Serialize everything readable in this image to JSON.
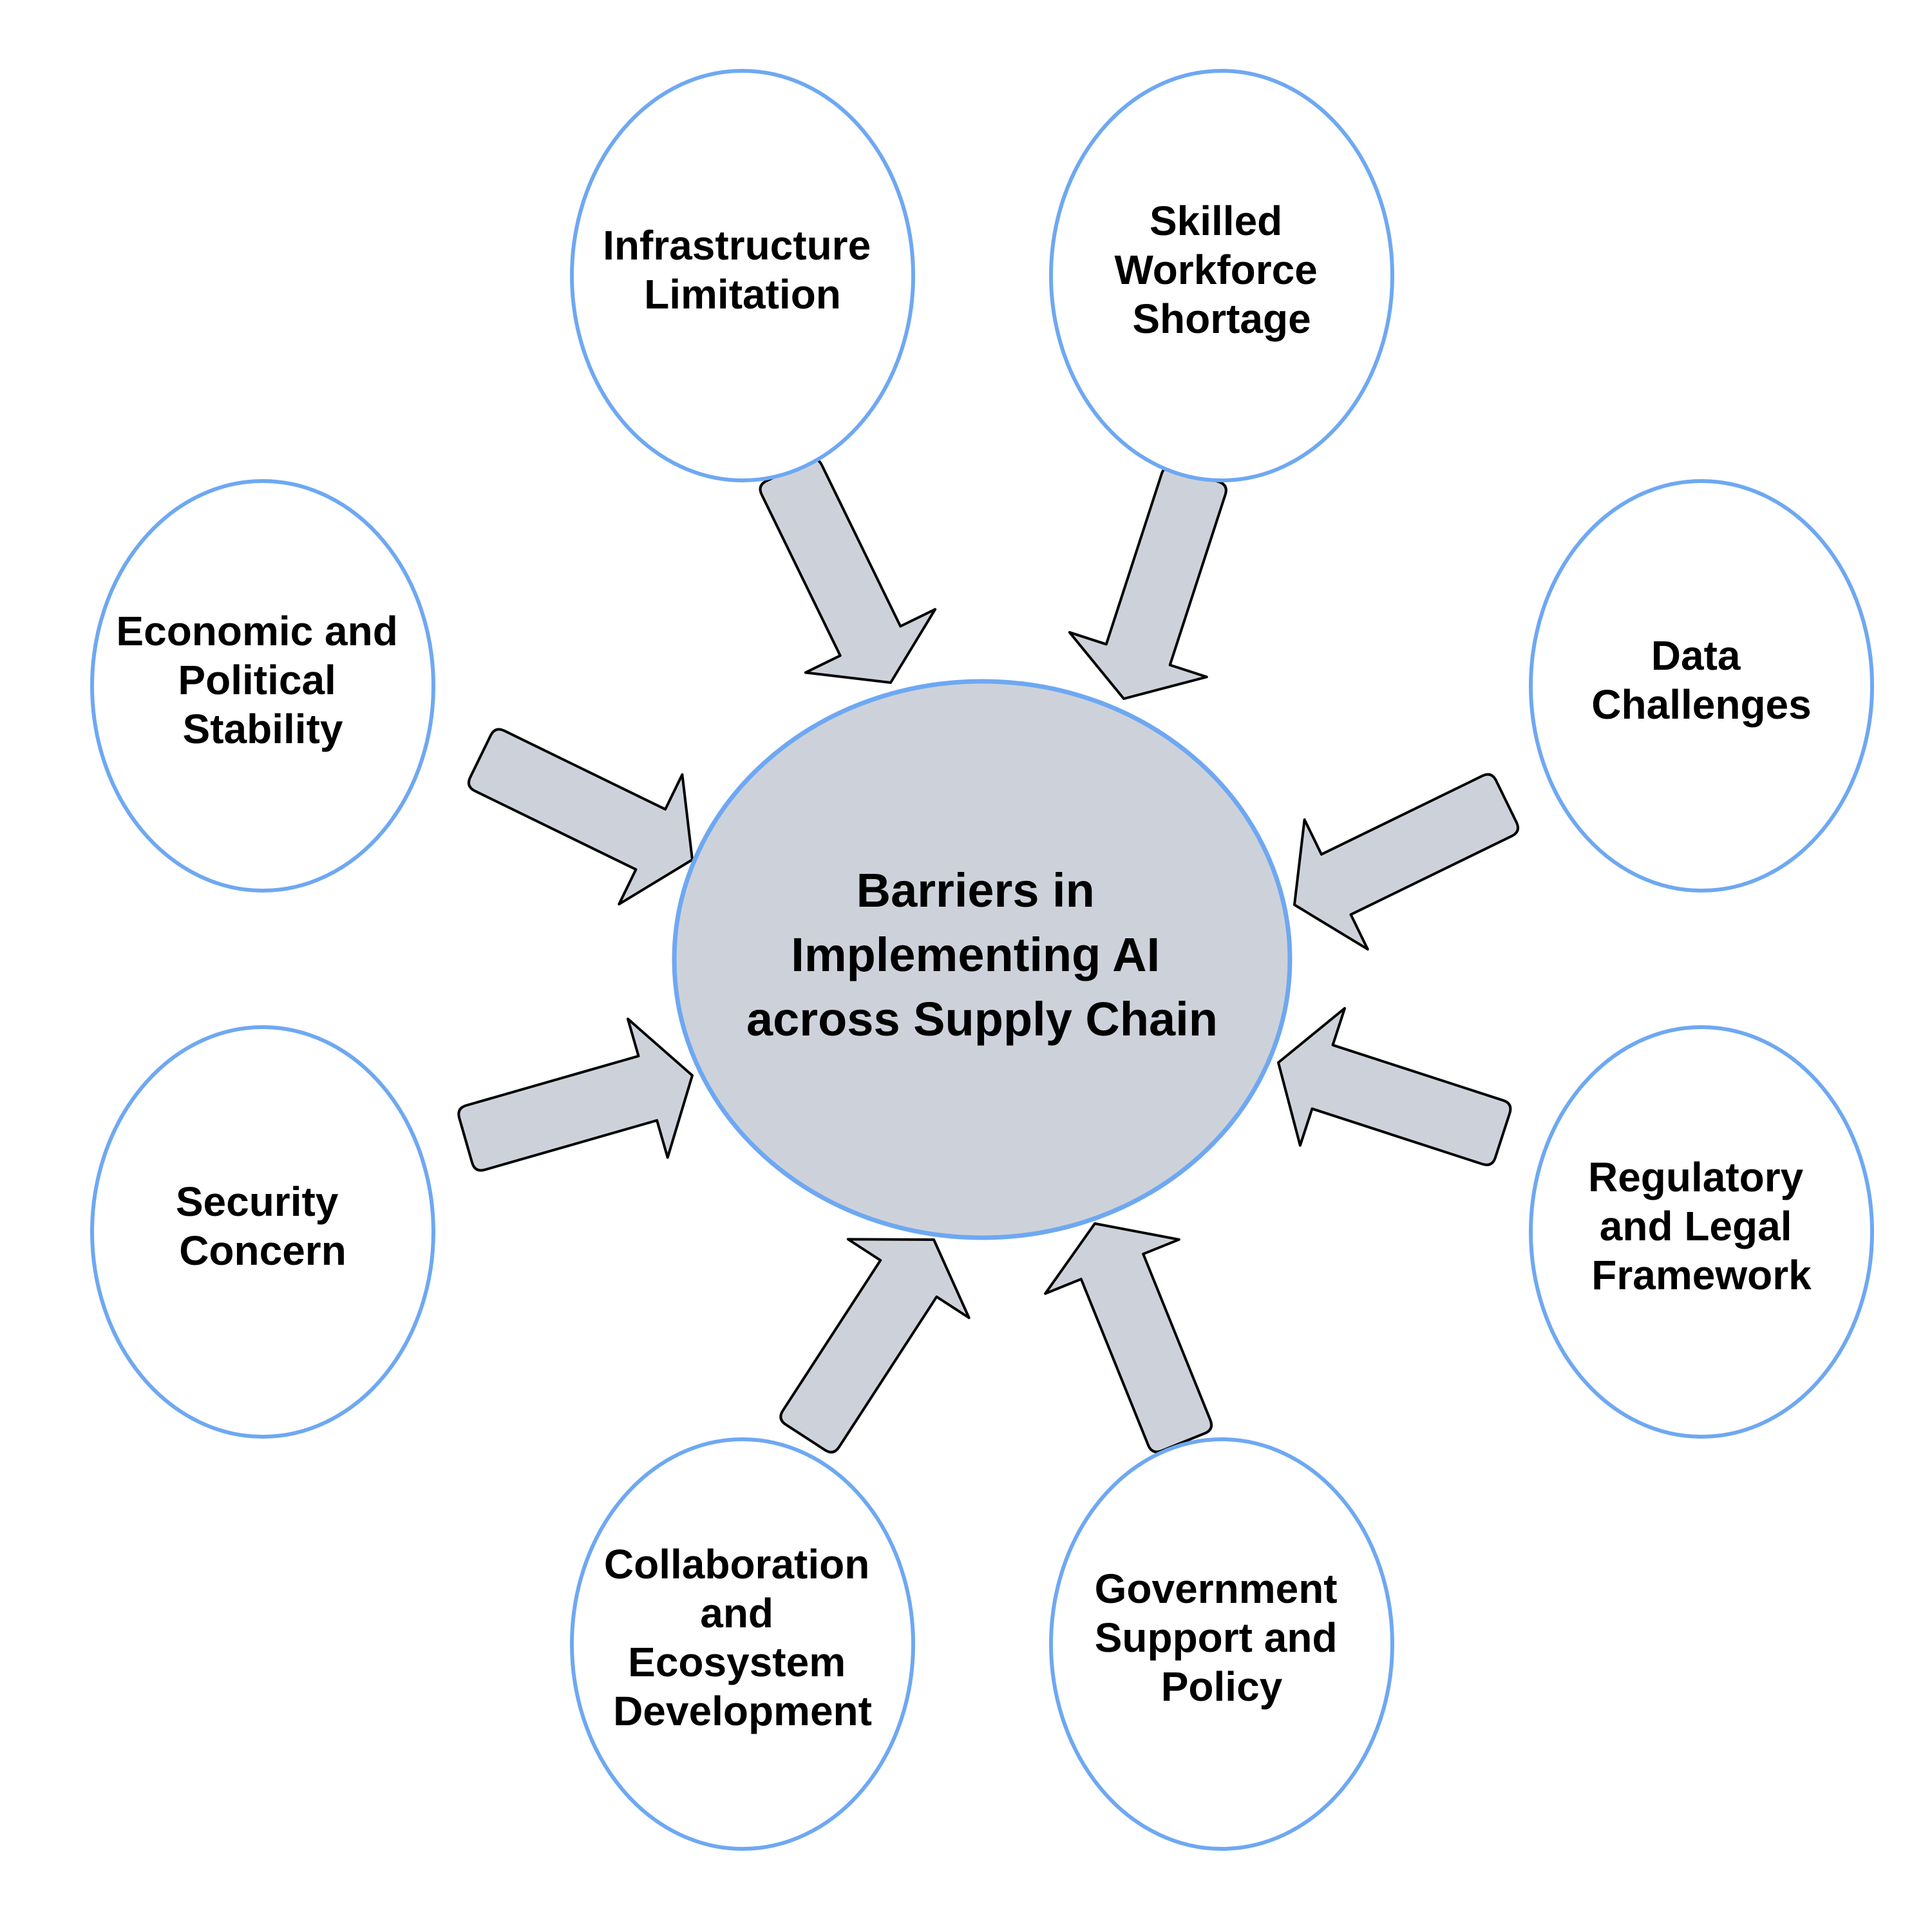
{
  "colors": {
    "outline": "#6EA8F2",
    "center_fill": "#CDD2DA",
    "arrow_fill": "#CDD2DA",
    "arrow_stroke": "#000000",
    "text": "#000000"
  },
  "center": {
    "lines": [
      "Barriers in",
      "Implementing AI",
      "across Supply Chain"
    ]
  },
  "nodes": [
    {
      "id": "infrastructure",
      "lines": [
        "Infrastructure",
        "Limitation"
      ]
    },
    {
      "id": "workforce",
      "lines": [
        "Skilled",
        "Workforce",
        "Shortage"
      ]
    },
    {
      "id": "data",
      "lines": [
        "Data",
        "Challenges"
      ]
    },
    {
      "id": "regulatory",
      "lines": [
        "Regulatory",
        "and Legal",
        "Framework"
      ]
    },
    {
      "id": "government",
      "lines": [
        "Government",
        "Support and",
        "Policy"
      ]
    },
    {
      "id": "collaboration",
      "lines": [
        "Collaboration",
        "and",
        "Ecosystem",
        "Development"
      ]
    },
    {
      "id": "security",
      "lines": [
        "Security",
        "Concern"
      ]
    },
    {
      "id": "economic",
      "lines": [
        "Economic and",
        "Political",
        "Stability"
      ]
    }
  ]
}
